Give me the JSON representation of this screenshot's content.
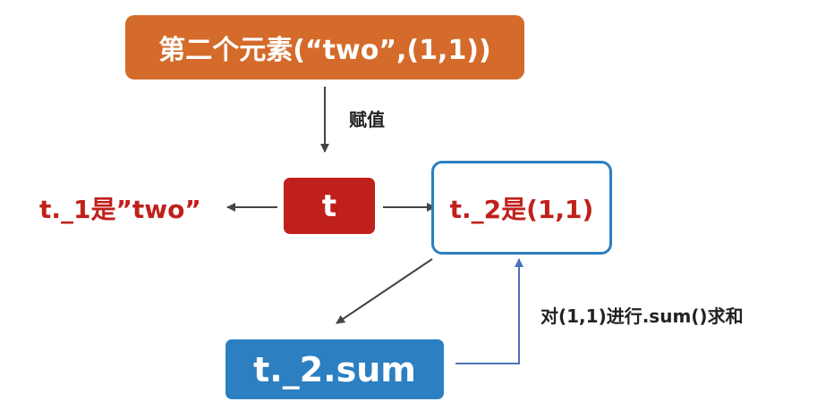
{
  "nodes": {
    "top": "第二个元素(“two”,(1,1))",
    "t": "t",
    "t2": "t._2是(1,1)",
    "sum": "t._2.sum"
  },
  "labels": {
    "left": "t._1是”two”",
    "assign": "赋值",
    "sum_op": "对(1,1)进行.sum()求和"
  },
  "colors": {
    "orange": "#d46b2a",
    "red": "#c0201b",
    "blue": "#2c7fc1",
    "arrow_dark": "#444444",
    "arrow_blue": "#4a72b8"
  }
}
